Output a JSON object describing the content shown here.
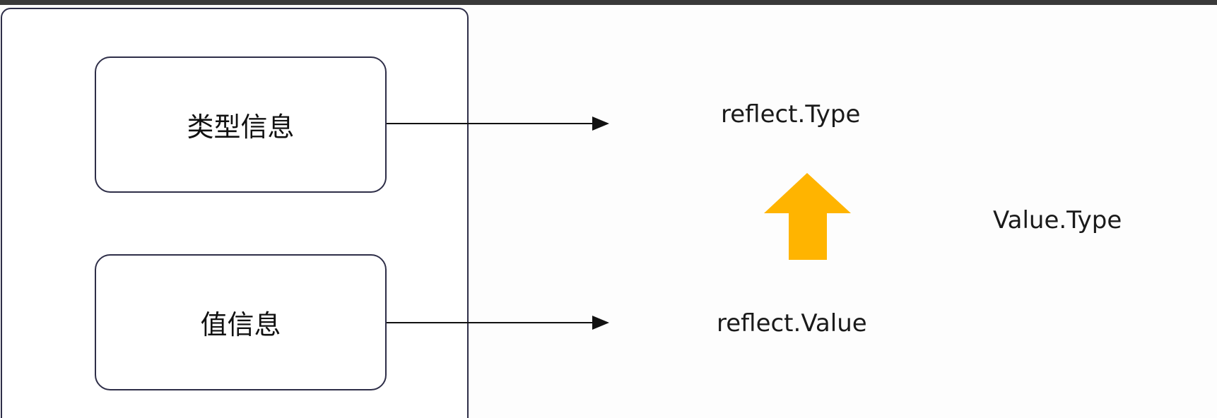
{
  "diagram": {
    "boxes": {
      "type_info": "类型信息",
      "value_info": "值信息"
    },
    "labels": {
      "reflect_type": "reflect.Type",
      "reflect_value": "reflect.Value",
      "value_type": "Value.Type"
    },
    "colors": {
      "box_border": "#2e2e48",
      "connector": "#111111",
      "up_arrow": "#ffb400"
    },
    "icons": {
      "up_arrow": "up-arrow-icon"
    }
  }
}
